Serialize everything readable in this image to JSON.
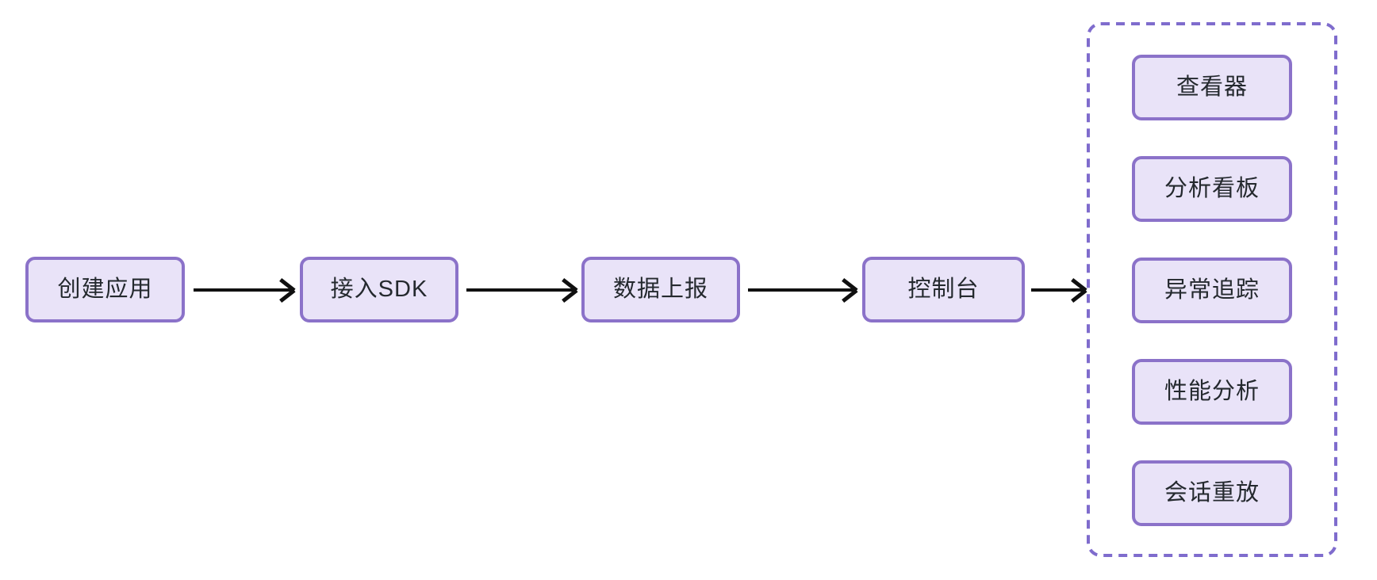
{
  "diagram": {
    "flow_nodes": [
      {
        "label": "创建应用"
      },
      {
        "label": "接入SDK"
      },
      {
        "label": "数据上报"
      },
      {
        "label": "控制台"
      }
    ],
    "console_features": [
      {
        "label": "查看器"
      },
      {
        "label": "分析看板"
      },
      {
        "label": "异常追踪"
      },
      {
        "label": "性能分析"
      },
      {
        "label": "会话重放"
      }
    ],
    "palette": {
      "node_fill": "#e9e3f8",
      "node_border": "#8b72c9",
      "group_dashed_border": "#7f6ccd",
      "arrow": "#101010",
      "text": "#24292e",
      "background": "#ffffff"
    }
  }
}
